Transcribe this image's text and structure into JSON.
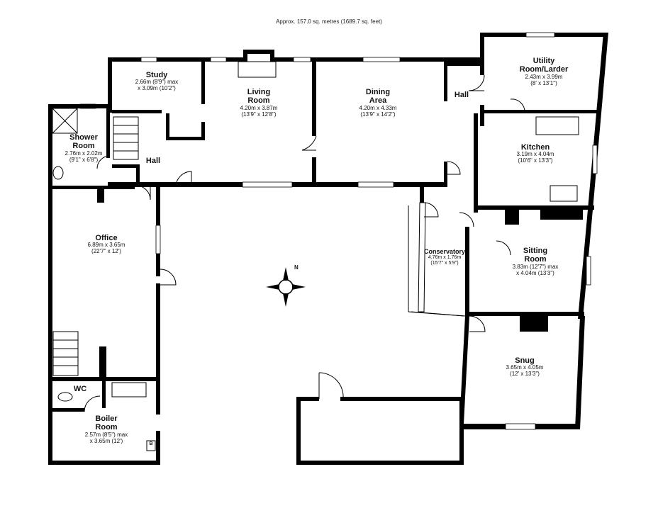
{
  "header": {
    "area_note": "Approx. 157.0 sq. metres (1689.7 sq. feet)"
  },
  "rooms": {
    "study": {
      "name": "Study",
      "dim1": "2.66m (8'9\") max",
      "dim2": "x 3.09m (10'2\")"
    },
    "living": {
      "name1": "Living",
      "name2": "Room",
      "dim1": "4.20m x 3.87m",
      "dim2": "(13'9\" x 12'8\")"
    },
    "dining": {
      "name1": "Dining",
      "name2": "Area",
      "dim1": "4.20m x 4.33m",
      "dim2": "(13'9\" x 14'2\")"
    },
    "hall_top": {
      "name": "Hall"
    },
    "utility": {
      "name1": "Utility",
      "name2": "Room/Larder",
      "dim1": "2.43m x 3.99m",
      "dim2": "(8' x 13'1\")"
    },
    "shower": {
      "name1": "Shower",
      "name2": "Room",
      "dim1": "2.76m x 2.02m",
      "dim2": "(9'1\" x 6'8\")"
    },
    "hall_left": {
      "name": "Hall"
    },
    "kitchen": {
      "name": "Kitchen",
      "dim1": "3.19m x 4.04m",
      "dim2": "(10'6\" x 13'3\")"
    },
    "office": {
      "name": "Office",
      "dim1": "6.89m x 3.65m",
      "dim2": "(22'7\" x 12')"
    },
    "conservatory": {
      "name": "Conservatory",
      "dim1": "4.76m x 1.76m",
      "dim2": "(15'7\" x 5'9\")"
    },
    "sitting": {
      "name1": "Sitting",
      "name2": "Room",
      "dim1": "3.83m (12'7\") max",
      "dim2": "x 4.04m (13'3\")"
    },
    "snug": {
      "name": "Snug",
      "dim1": "3.65m x 4.05m",
      "dim2": "(12' x 13'3\")"
    },
    "wc": {
      "name": "WC"
    },
    "boiler": {
      "name1": "Boiler",
      "name2": "Room",
      "dim1": "2.57m (8'5\") max",
      "dim2": "x 3.65m (12')"
    }
  },
  "compass": {
    "label": "N"
  },
  "boiler_marker": "B"
}
